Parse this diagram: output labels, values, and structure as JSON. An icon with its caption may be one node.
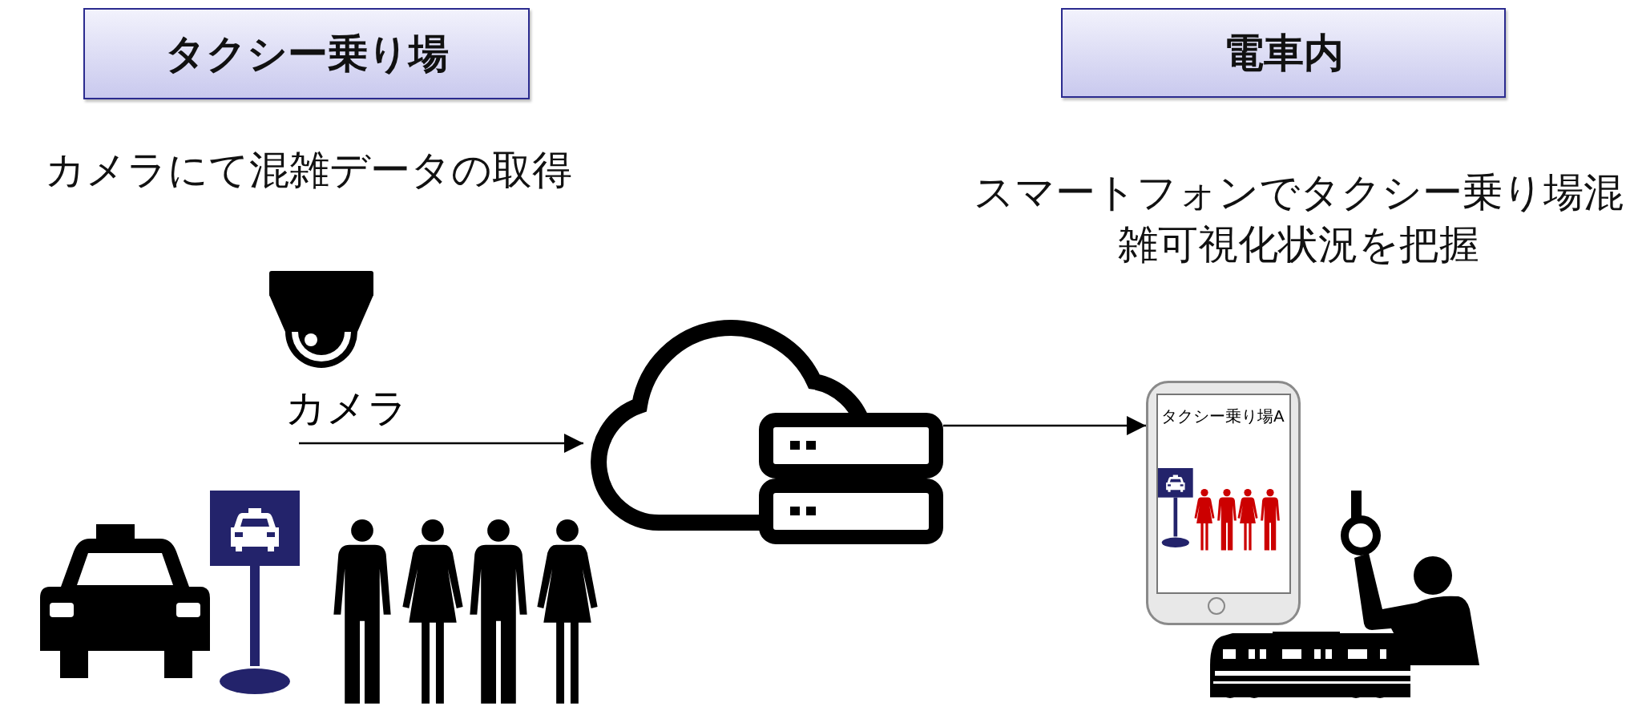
{
  "diagram": {
    "nodes": [
      {
        "text": [
          "タクシー乗り場"
        ]
      },
      {
        "text": [
          "電車内"
        ]
      },
      {
        "text": [
          "カメラ"
        ]
      },
      {
        "text": [],
        "shape": "cloud"
      },
      {
        "text": [
          "タクシー乗り場A"
        ]
      }
    ],
    "edges": [
      {
        "from": 2,
        "to": 3,
        "arrow": "to"
      },
      {
        "from": 3,
        "to": 4,
        "arrow": "to"
      }
    ],
    "labels": [
      "カメラにて混雑データの取得",
      "スマートフォンでタクシー乗り場混雑可視化状況を把握"
    ]
  }
}
